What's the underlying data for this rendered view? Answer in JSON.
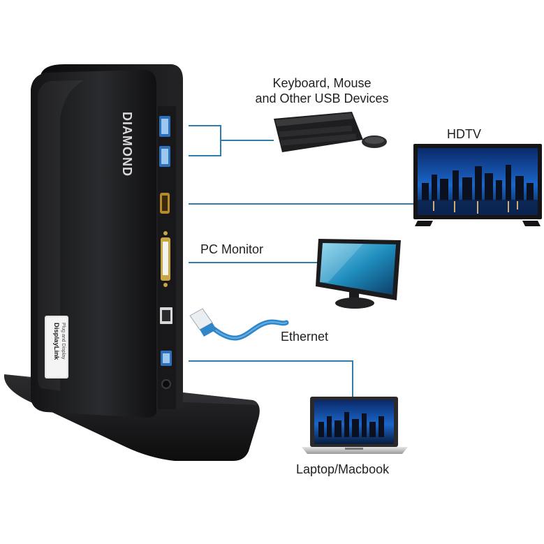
{
  "device": {
    "brand": "DIAMOND",
    "badge_line1": "DisplayLink",
    "badge_line2": "Plug and Display"
  },
  "connections": {
    "usb_devices": {
      "line1": "Keyboard, Mouse",
      "line2": "and Other USB Devices"
    },
    "hdtv": "HDTV",
    "pc_monitor": "PC Monitor",
    "ethernet": "Ethernet",
    "laptop": "Laptop/Macbook"
  },
  "colors": {
    "connector_line": "#2e7fae",
    "dock_body": "#1b1b1d",
    "cable": "#2f86c8",
    "usb3_port": "#2d6fb8"
  }
}
